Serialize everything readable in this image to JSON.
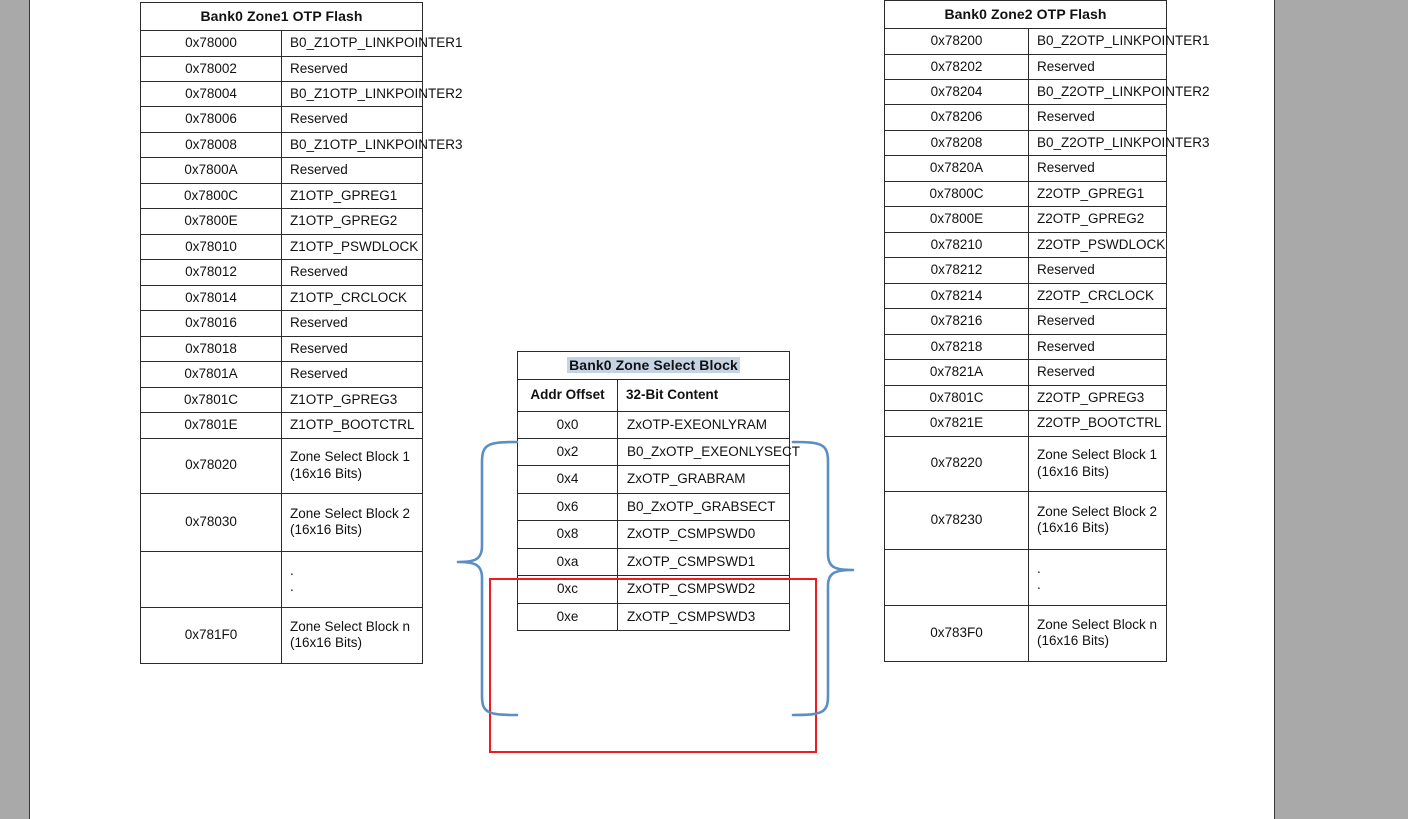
{
  "page": {
    "background_color": "#a9a9a9",
    "canvas_color": "#ffffff",
    "highlight_rect_color": "#ee1c20",
    "brace_color": "#5b8fc4",
    "title_highlight_color": "#c5d4e4"
  },
  "left_table": {
    "title": "Bank0 Zone1 OTP Flash",
    "rows": [
      {
        "addr": "0x78000",
        "content": "B0_Z1OTP_LINKPOINTER1"
      },
      {
        "addr": "0x78002",
        "content": "Reserved"
      },
      {
        "addr": "0x78004",
        "content": "B0_Z1OTP_LINKPOINTER2"
      },
      {
        "addr": "0x78006",
        "content": "Reserved"
      },
      {
        "addr": "0x78008",
        "content": "B0_Z1OTP_LINKPOINTER3"
      },
      {
        "addr": "0x7800A",
        "content": "Reserved"
      },
      {
        "addr": "0x7800C",
        "content": "Z1OTP_GPREG1"
      },
      {
        "addr": "0x7800E",
        "content": "Z1OTP_GPREG2"
      },
      {
        "addr": "0x78010",
        "content": "Z1OTP_PSWDLOCK"
      },
      {
        "addr": "0x78012",
        "content": "Reserved"
      },
      {
        "addr": "0x78014",
        "content": "Z1OTP_CRCLOCK"
      },
      {
        "addr": "0x78016",
        "content": "Reserved"
      },
      {
        "addr": "0x78018",
        "content": "Reserved"
      },
      {
        "addr": "0x7801A",
        "content": "Reserved"
      },
      {
        "addr": "0x7801C",
        "content": "Z1OTP_GPREG3"
      },
      {
        "addr": "0x7801E",
        "content": "Z1OTP_BOOTCTRL"
      },
      {
        "addr": "0x78020",
        "content": "Zone Select Block 1 (16x16 Bits)"
      },
      {
        "addr": "0x78030",
        "content": "Zone Select Block 2 (16x16 Bits)"
      },
      {
        "addr": "",
        "content": ". ."
      },
      {
        "addr": "0x781F0",
        "content": "Zone Select Block n (16x16 Bits)"
      }
    ]
  },
  "right_table": {
    "title": "Bank0 Zone2 OTP Flash",
    "rows": [
      {
        "addr": "0x78200",
        "content": "B0_Z2OTP_LINKPOINTER1"
      },
      {
        "addr": "0x78202",
        "content": "Reserved"
      },
      {
        "addr": "0x78204",
        "content": "B0_Z2OTP_LINKPOINTER2"
      },
      {
        "addr": "0x78206",
        "content": "Reserved"
      },
      {
        "addr": "0x78208",
        "content": "B0_Z2OTP_LINKPOINTER3"
      },
      {
        "addr": "0x7820A",
        "content": "Reserved"
      },
      {
        "addr": "0x7800C",
        "content": "Z2OTP_GPREG1"
      },
      {
        "addr": "0x7800E",
        "content": "Z2OTP_GPREG2"
      },
      {
        "addr": "0x78210",
        "content": "Z2OTP_PSWDLOCK"
      },
      {
        "addr": "0x78212",
        "content": "Reserved"
      },
      {
        "addr": "0x78214",
        "content": "Z2OTP_CRCLOCK"
      },
      {
        "addr": "0x78216",
        "content": "Reserved"
      },
      {
        "addr": "0x78218",
        "content": "Reserved"
      },
      {
        "addr": "0x7821A",
        "content": "Reserved"
      },
      {
        "addr": "0x7801C",
        "content": "Z2OTP_GPREG3"
      },
      {
        "addr": "0x7821E",
        "content": "Z2OTP_BOOTCTRL"
      },
      {
        "addr": "0x78220",
        "content": "Zone Select Block 1 (16x16 Bits)"
      },
      {
        "addr": "0x78230",
        "content": "Zone Select Block 2 (16x16 Bits)"
      },
      {
        "addr": "",
        "content": ". ."
      },
      {
        "addr": "0x783F0",
        "content": "Zone Select Block n (16x16 Bits)"
      }
    ]
  },
  "center_table": {
    "title": "Bank0 Zone Select Block",
    "columns": [
      "Addr Offset",
      "32-Bit Content"
    ],
    "rows": [
      {
        "addr": "0x0",
        "content": "ZxOTP-EXEONLYRAM",
        "highlighted": false
      },
      {
        "addr": "0x2",
        "content": "B0_ZxOTP_EXEONLYSECT",
        "highlighted": false
      },
      {
        "addr": "0x4",
        "content": "ZxOTP_GRABRAM",
        "highlighted": false
      },
      {
        "addr": "0x6",
        "content": "B0_ZxOTP_GRABSECT",
        "highlighted": false
      },
      {
        "addr": "0x8",
        "content": "ZxOTP_CSMPSWD0",
        "highlighted": true
      },
      {
        "addr": "0xa",
        "content": "ZxOTP_CSMPSWD1",
        "highlighted": true
      },
      {
        "addr": "0xc",
        "content": "ZxOTP_CSMPSWD2",
        "highlighted": true
      },
      {
        "addr": "0xe",
        "content": "ZxOTP_CSMPSWD3",
        "highlighted": true
      }
    ]
  }
}
